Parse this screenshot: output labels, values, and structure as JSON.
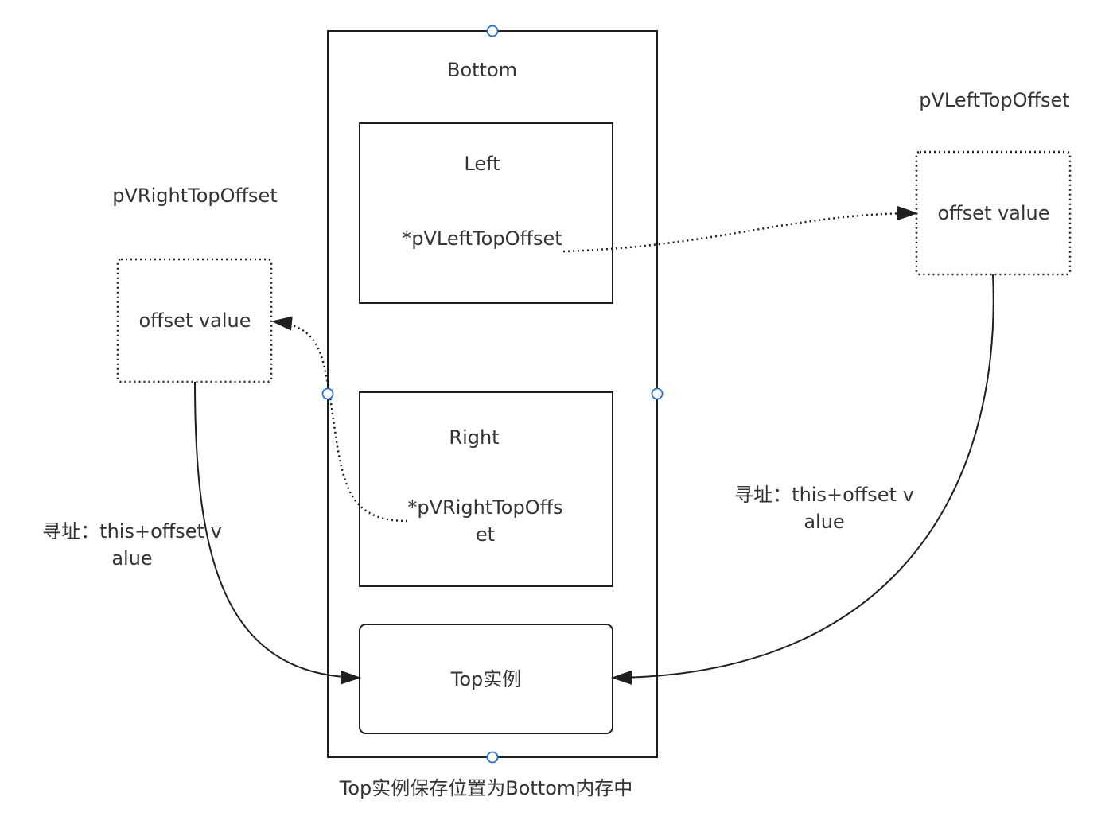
{
  "diagram": {
    "bottom_box": {
      "title": "Bottom"
    },
    "left_box": {
      "title": "Left",
      "pointer": "*pVLeftTopOffset"
    },
    "right_box": {
      "title": "Right",
      "pointer": "*pVRightTopOffset"
    },
    "top_instance": {
      "label": "Top实例"
    },
    "left_offset": {
      "name": "pVLeftTopOffset",
      "value": "offset value"
    },
    "right_offset": {
      "name": "pVRightTopOffset",
      "value": "offset value"
    },
    "left_addressing": {
      "label": "寻址：this+offset value"
    },
    "right_addressing": {
      "label": "寻址：this+offset value"
    },
    "caption": "Top实例保存位置为Bottom内存中",
    "colors": {
      "stroke": "#1f1f1f",
      "text": "#333333",
      "handle": "#1e6fd9"
    }
  }
}
